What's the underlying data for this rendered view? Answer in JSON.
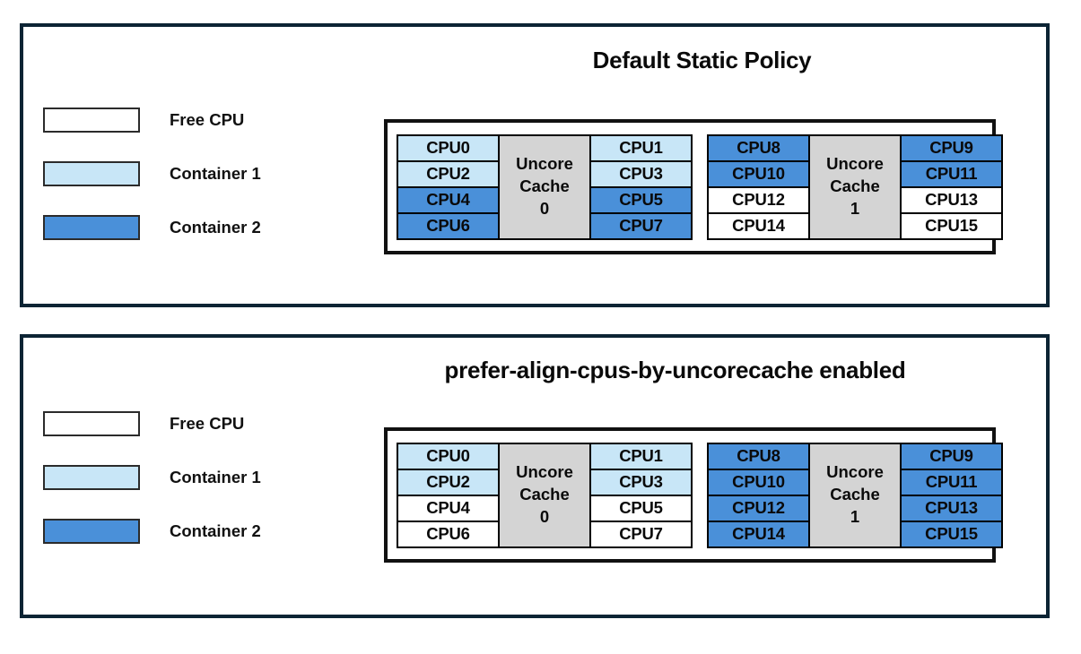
{
  "colors": {
    "free_cpu": "#ffffff",
    "container1": "#c8e6f7",
    "container2": "#4a90d9",
    "cache_block": "#d4d4d4",
    "panel_border": "#0c2434",
    "table_border": "#111111"
  },
  "legend": {
    "items": [
      {
        "label": "Free CPU",
        "fill": "free"
      },
      {
        "label": "Container 1",
        "fill": "c1"
      },
      {
        "label": "Container 2",
        "fill": "c2"
      }
    ]
  },
  "panels": [
    {
      "id": "top",
      "title": "Default Static Policy",
      "groups": [
        {
          "cache_label_line1": "Uncore",
          "cache_label_line2": "Cache",
          "cache_label_line3": "0",
          "left_column": [
            {
              "label": "CPU0",
              "fill": "c1"
            },
            {
              "label": "CPU2",
              "fill": "c1"
            },
            {
              "label": "CPU4",
              "fill": "c2"
            },
            {
              "label": "CPU6",
              "fill": "c2"
            }
          ],
          "right_column": [
            {
              "label": "CPU1",
              "fill": "c1"
            },
            {
              "label": "CPU3",
              "fill": "c1"
            },
            {
              "label": "CPU5",
              "fill": "c2"
            },
            {
              "label": "CPU7",
              "fill": "c2"
            }
          ]
        },
        {
          "cache_label_line1": "Uncore",
          "cache_label_line2": "Cache",
          "cache_label_line3": "1",
          "left_column": [
            {
              "label": "CPU8",
              "fill": "c2"
            },
            {
              "label": "CPU10",
              "fill": "c2"
            },
            {
              "label": "CPU12",
              "fill": "free"
            },
            {
              "label": "CPU14",
              "fill": "free"
            }
          ],
          "right_column": [
            {
              "label": "CPU9",
              "fill": "c2"
            },
            {
              "label": "CPU11",
              "fill": "c2"
            },
            {
              "label": "CPU13",
              "fill": "free"
            },
            {
              "label": "CPU15",
              "fill": "free"
            }
          ]
        }
      ]
    },
    {
      "id": "bottom",
      "title": "prefer-align-cpus-by-uncorecache enabled",
      "groups": [
        {
          "cache_label_line1": "Uncore",
          "cache_label_line2": "Cache",
          "cache_label_line3": "0",
          "left_column": [
            {
              "label": "CPU0",
              "fill": "c1"
            },
            {
              "label": "CPU2",
              "fill": "c1"
            },
            {
              "label": "CPU4",
              "fill": "free"
            },
            {
              "label": "CPU6",
              "fill": "free"
            }
          ],
          "right_column": [
            {
              "label": "CPU1",
              "fill": "c1"
            },
            {
              "label": "CPU3",
              "fill": "c1"
            },
            {
              "label": "CPU5",
              "fill": "free"
            },
            {
              "label": "CPU7",
              "fill": "free"
            }
          ]
        },
        {
          "cache_label_line1": "Uncore",
          "cache_label_line2": "Cache",
          "cache_label_line3": "1",
          "left_column": [
            {
              "label": "CPU8",
              "fill": "c2"
            },
            {
              "label": "CPU10",
              "fill": "c2"
            },
            {
              "label": "CPU12",
              "fill": "c2"
            },
            {
              "label": "CPU14",
              "fill": "c2"
            }
          ],
          "right_column": [
            {
              "label": "CPU9",
              "fill": "c2"
            },
            {
              "label": "CPU11",
              "fill": "c2"
            },
            {
              "label": "CPU13",
              "fill": "c2"
            },
            {
              "label": "CPU15",
              "fill": "c2"
            }
          ]
        }
      ]
    }
  ]
}
